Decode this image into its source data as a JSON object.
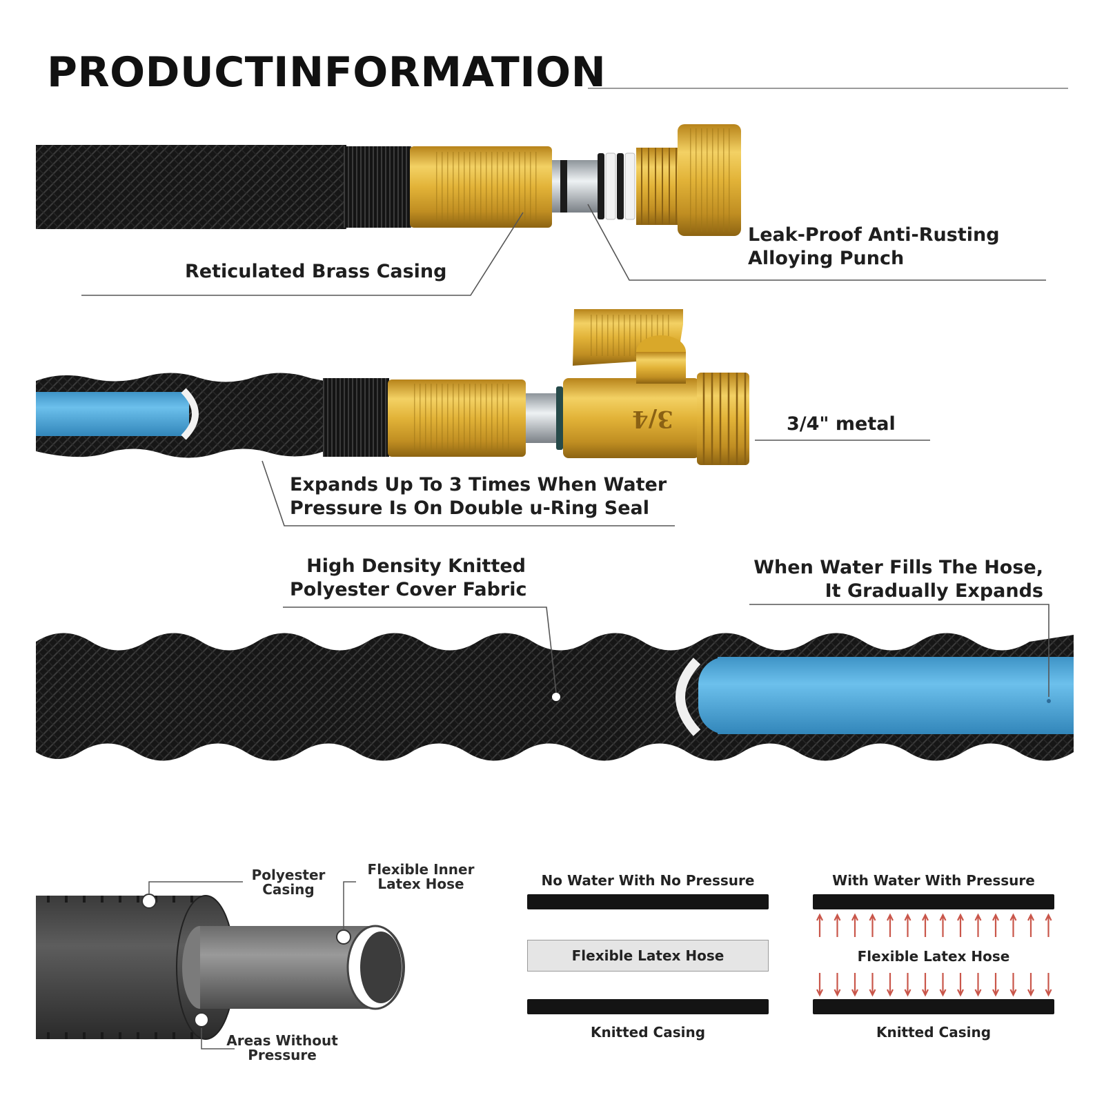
{
  "title": "PRODUCTINFORMATION",
  "callouts": {
    "brass_casing": "Reticulated Brass Casing",
    "leak_proof_line1": "Leak-Proof Anti-Rusting",
    "leak_proof_line2": "Alloying Punch",
    "metal": "3/4\" metal",
    "expands_line1": "Expands Up To 3 Times When Water",
    "expands_line2": "Pressure Is On Double u-Ring Seal",
    "fabric_line1": "High Density Knitted",
    "fabric_line2": "Polyester Cover Fabric",
    "water_line1": "When Water Fills The Hose,",
    "water_line2": "It Gradually Expands"
  },
  "valve_marking": "3/4",
  "cross_section": {
    "polyester_line1": "Polyester",
    "polyester_line2": "Casing",
    "inner_line1": "Flexible Inner",
    "inner_line2": "Latex Hose",
    "areas_line1": "Areas Without",
    "areas_line2": "Pressure"
  },
  "pressure_diagrams": {
    "no_water": {
      "heading": "No Water With No Pressure",
      "middle": "Flexible Latex Hose",
      "bottom": "Knitted Casing"
    },
    "with_water": {
      "heading": "With Water With Pressure",
      "middle": "Flexible Latex Hose",
      "bottom": "Knitted Casing"
    }
  },
  "colors": {
    "brass": "#d9a82a",
    "hose_black": "#151515",
    "latex_blue": "#4fa9dc",
    "arrow_red": "#c9564a"
  }
}
